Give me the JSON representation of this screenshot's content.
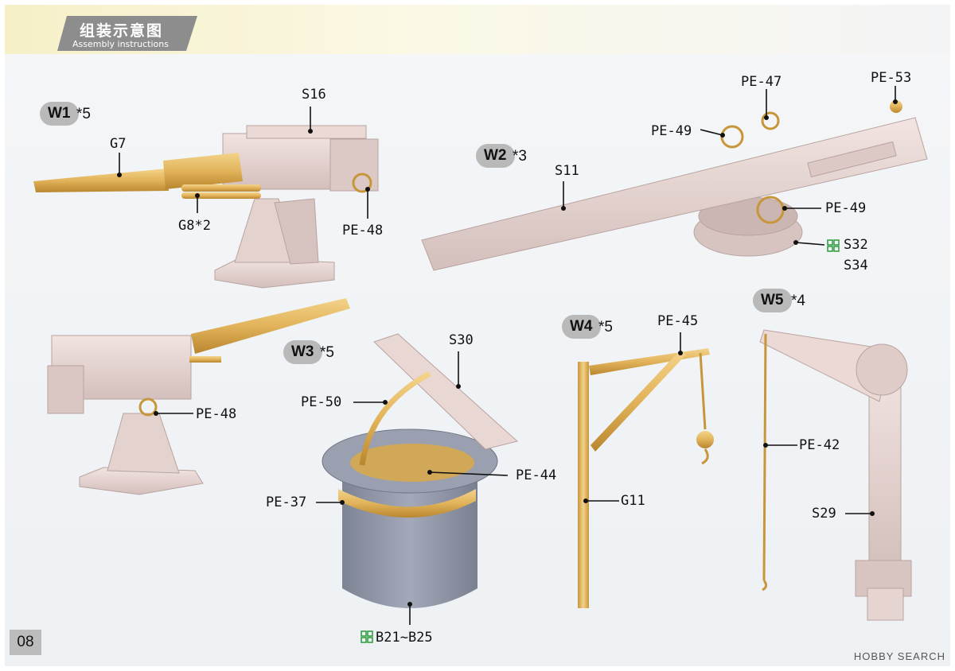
{
  "header": {
    "title_zh": "组装示意图",
    "title_en": "Assembly instructions"
  },
  "page_number": "08",
  "watermark": "HOBBY SEARCH",
  "steps": [
    {
      "id": "W1",
      "qty": "*5"
    },
    {
      "id": "W2",
      "qty": "*3"
    },
    {
      "id": "W3",
      "qty": "*5"
    },
    {
      "id": "W4",
      "qty": "*5"
    },
    {
      "id": "W5",
      "qty": "*4"
    }
  ],
  "labels": {
    "s16": "S16",
    "g7": "G7",
    "g8": "G8*2",
    "pe48_a": "PE-48",
    "pe48_b": "PE-48",
    "pe47": "PE-47",
    "pe53": "PE-53",
    "pe49_a": "PE-49",
    "pe49_b": "PE-49",
    "s11": "S11",
    "s32": "S32",
    "s34": "S34",
    "s30": "S30",
    "pe50": "PE-50",
    "pe44": "PE-44",
    "pe37": "PE-37",
    "b21": "B21~B25",
    "pe45": "PE-45",
    "g11": "G11",
    "pe42": "PE-42",
    "s29": "S29"
  },
  "colors": {
    "plastic": "#e8d6d2",
    "plastic_dark": "#cdb8b4",
    "brass": "#e2b35a",
    "brass_dark": "#b8862e",
    "grey_part": "#8d93a3",
    "badge": "#b9b9b9"
  },
  "icons": {
    "multi_part": "grid-parts-icon"
  }
}
